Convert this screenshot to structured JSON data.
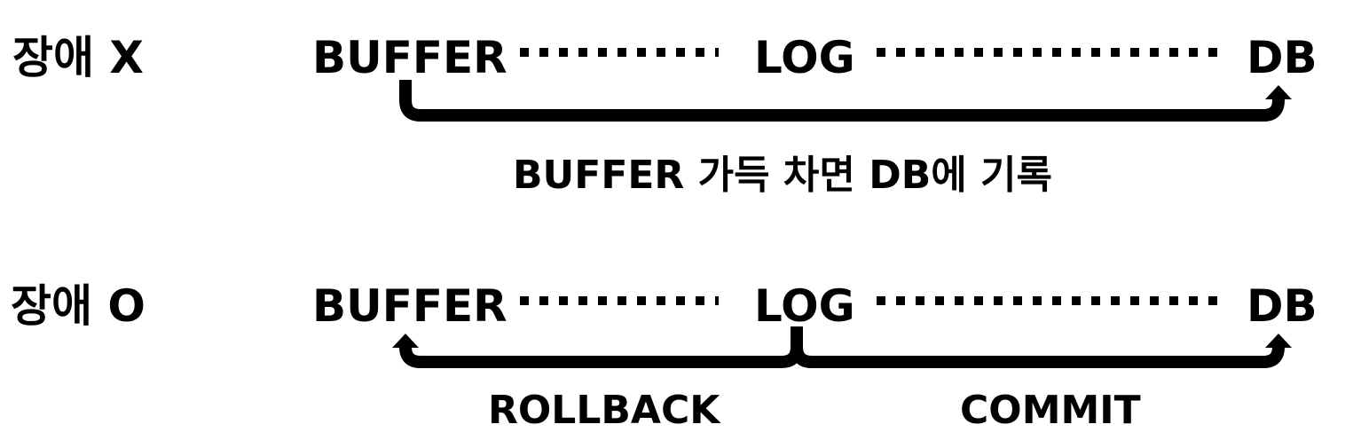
{
  "rows": [
    {
      "status": "장애 X",
      "nodes": [
        "BUFFER",
        "LOG",
        "DB"
      ],
      "caption": "BUFFER 가득 차면 DB에 기록"
    },
    {
      "status": "장애 O",
      "nodes": [
        "BUFFER",
        "LOG",
        "DB"
      ],
      "captions": [
        "ROLLBACK",
        "COMMIT"
      ]
    }
  ],
  "colors": {
    "ink": "#000000",
    "background": "#ffffff"
  }
}
